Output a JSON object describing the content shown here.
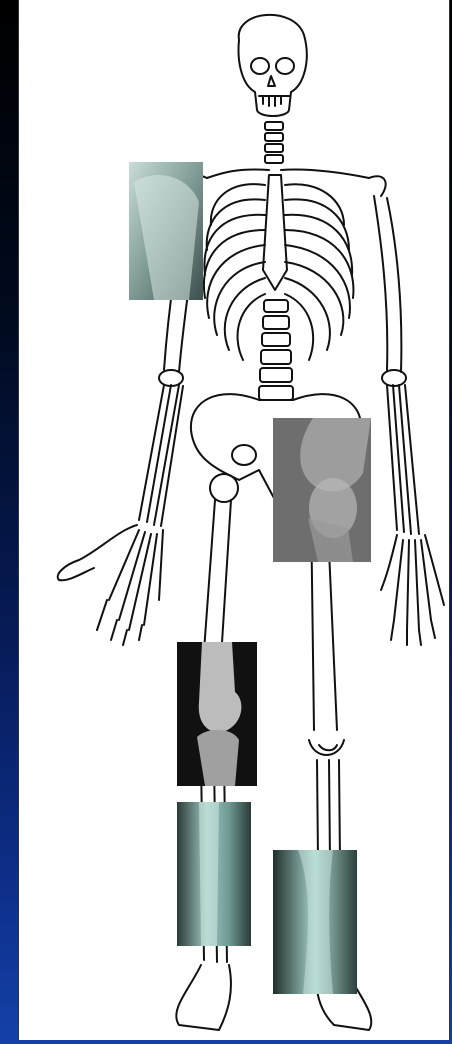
{
  "figure": {
    "subject": "skeleton-diagram",
    "xrays": [
      {
        "id": "shoulder",
        "name": "shoulder-xray"
      },
      {
        "id": "hip",
        "name": "hip-xray"
      },
      {
        "id": "knee",
        "name": "knee-xray"
      },
      {
        "id": "tibia",
        "name": "tibia-xray"
      },
      {
        "id": "fibula",
        "name": "lower-leg-xray"
      }
    ],
    "colors": {
      "background_top": "#000000",
      "background_bottom": "#1541a8",
      "panel": "#ffffff",
      "line": "#111111"
    }
  }
}
